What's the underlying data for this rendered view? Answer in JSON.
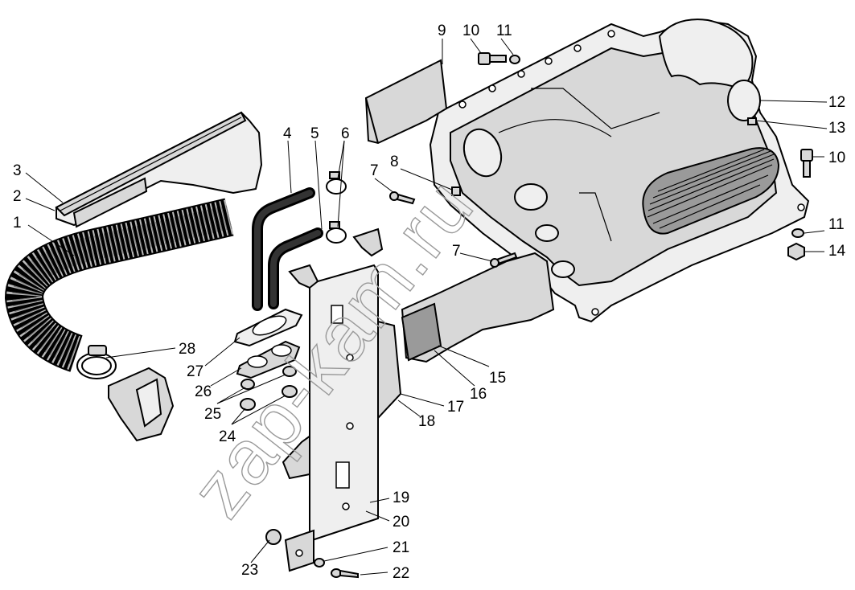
{
  "watermark": "zap-kam.ru",
  "callouts": [
    {
      "id": "1",
      "label": "1"
    },
    {
      "id": "2",
      "label": "2"
    },
    {
      "id": "3",
      "label": "3"
    },
    {
      "id": "4",
      "label": "4"
    },
    {
      "id": "5",
      "label": "5"
    },
    {
      "id": "6",
      "label": "6"
    },
    {
      "id": "7a",
      "label": "7"
    },
    {
      "id": "7b",
      "label": "7"
    },
    {
      "id": "8",
      "label": "8"
    },
    {
      "id": "9",
      "label": "9"
    },
    {
      "id": "10a",
      "label": "10"
    },
    {
      "id": "10b",
      "label": "10"
    },
    {
      "id": "11a",
      "label": "11"
    },
    {
      "id": "11b",
      "label": "11"
    },
    {
      "id": "12",
      "label": "12"
    },
    {
      "id": "13",
      "label": "13"
    },
    {
      "id": "14",
      "label": "14"
    },
    {
      "id": "15",
      "label": "15"
    },
    {
      "id": "16",
      "label": "16"
    },
    {
      "id": "17",
      "label": "17"
    },
    {
      "id": "18",
      "label": "18"
    },
    {
      "id": "19",
      "label": "19"
    },
    {
      "id": "20",
      "label": "20"
    },
    {
      "id": "21",
      "label": "21"
    },
    {
      "id": "22",
      "label": "22"
    },
    {
      "id": "23",
      "label": "23"
    },
    {
      "id": "24",
      "label": "24"
    },
    {
      "id": "25",
      "label": "25"
    },
    {
      "id": "26",
      "label": "26"
    },
    {
      "id": "27",
      "label": "27"
    },
    {
      "id": "28",
      "label": "28"
    }
  ]
}
